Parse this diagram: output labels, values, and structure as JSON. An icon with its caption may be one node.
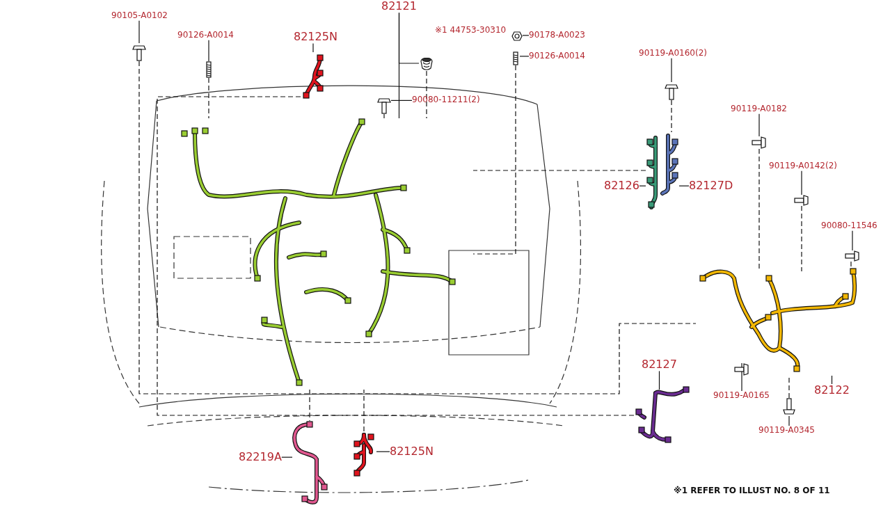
{
  "diagram": {
    "nodes": [
      {
        "text": [
          "90105-A0102"
        ]
      },
      {
        "text": [],
        "shape": "picture"
      },
      {
        "text": [
          "90126-A0014"
        ]
      },
      {
        "text": [],
        "shape": "picture"
      },
      {
        "text": [
          "82125N"
        ]
      },
      {
        "text": [],
        "shape": "picture"
      },
      {
        "text": [
          "82121"
        ]
      },
      {
        "text": [],
        "shape": "picture"
      },
      {
        "text": [],
        "shape": "picture"
      },
      {
        "text": [
          "90178-A0023"
        ]
      },
      {
        "text": [],
        "shape": "picture"
      },
      {
        "text": [
          "90126-A0014"
        ]
      },
      {
        "text": [],
        "shape": "picture"
      },
      {
        "text": [
          "90080-11211(2)"
        ]
      },
      {
        "text": [],
        "shape": "picture"
      },
      {
        "text": [
          "90119-A0160(2)"
        ]
      },
      {
        "text": [],
        "shape": "picture"
      },
      {
        "text": [
          "90119-A0182"
        ]
      },
      {
        "text": [],
        "shape": "picture"
      },
      {
        "text": [
          "82126"
        ]
      },
      {
        "text": [],
        "shape": "picture"
      },
      {
        "text": [
          "82127D"
        ]
      },
      {
        "text": [],
        "shape": "picture"
      },
      {
        "text": [
          "90119-A0142(2)"
        ]
      },
      {
        "text": [],
        "shape": "picture"
      },
      {
        "text": [
          "90080-11546"
        ]
      },
      {
        "text": [],
        "shape": "picture"
      },
      {
        "text": [],
        "shape": "picture"
      },
      {
        "text": [
          "82122"
        ]
      },
      {
        "text": [
          "82127"
        ]
      },
      {
        "text": [],
        "shape": "picture"
      },
      {
        "text": [],
        "shape": "picture"
      },
      {
        "text": [
          "90119-A0165"
        ]
      },
      {
        "text": [],
        "shape": "picture"
      },
      {
        "text": [
          "90119-A0345"
        ]
      },
      {
        "text": [
          "82219A"
        ]
      },
      {
        "text": [],
        "shape": "picture"
      },
      {
        "text": [],
        "shape": "picture"
      },
      {
        "text": [
          "82125N"
        ]
      }
    ],
    "edges": [
      {
        "from": 0,
        "to": 1,
        "arrow": "none"
      },
      {
        "from": 2,
        "to": 3,
        "arrow": "none"
      },
      {
        "from": 4,
        "to": 5,
        "arrow": "none"
      },
      {
        "from": 6,
        "to": 7,
        "arrow": "none"
      },
      {
        "from": 6,
        "to": 8,
        "arrow": "none"
      },
      {
        "from": 9,
        "to": 10,
        "arrow": "none"
      },
      {
        "from": 11,
        "to": 12,
        "arrow": "none"
      },
      {
        "from": 13,
        "to": 14,
        "arrow": "none"
      },
      {
        "from": 15,
        "to": 16,
        "arrow": "none"
      },
      {
        "from": 17,
        "to": 18,
        "arrow": "none"
      },
      {
        "from": 19,
        "to": 20,
        "arrow": "none"
      },
      {
        "from": 21,
        "to": 22,
        "arrow": "none"
      },
      {
        "from": 23,
        "to": 24,
        "arrow": "none"
      },
      {
        "from": 25,
        "to": 26,
        "arrow": "none"
      },
      {
        "from": 28,
        "to": 27,
        "arrow": "none"
      },
      {
        "from": 29,
        "to": 30,
        "arrow": "none"
      },
      {
        "from": 32,
        "to": 31,
        "arrow": "none"
      },
      {
        "from": 34,
        "to": 33,
        "arrow": "none"
      },
      {
        "from": 35,
        "to": 36,
        "arrow": "none"
      },
      {
        "from": 38,
        "to": 37,
        "arrow": "none"
      },
      {
        "from": 1,
        "to": 27,
        "arrow": "none",
        "style": "dashed"
      },
      {
        "from": 3,
        "to": 7,
        "arrow": "none",
        "style": "dashed"
      },
      {
        "from": 5,
        "to": 30,
        "arrow": "none",
        "style": "dashed"
      },
      {
        "from": 8,
        "to": 7,
        "arrow": "none",
        "style": "dashed"
      },
      {
        "from": 12,
        "to": 7,
        "arrow": "none",
        "style": "dashed"
      },
      {
        "from": 14,
        "to": 7,
        "arrow": "none",
        "style": "dashed"
      },
      {
        "from": 16,
        "to": 22,
        "arrow": "none",
        "style": "dashed"
      },
      {
        "from": 20,
        "to": 7,
        "arrow": "none",
        "style": "dashed"
      },
      {
        "from": 18,
        "to": 27,
        "arrow": "none",
        "style": "dashed"
      },
      {
        "from": 24,
        "to": 27,
        "arrow": "none",
        "style": "dashed"
      },
      {
        "from": 26,
        "to": 27,
        "arrow": "none",
        "style": "dashed"
      },
      {
        "from": 31,
        "to": 27,
        "arrow": "none",
        "style": "dashed"
      },
      {
        "from": 33,
        "to": 27,
        "arrow": "none",
        "style": "dashed"
      },
      {
        "from": 7,
        "to": 36,
        "arrow": "none",
        "style": "dashed"
      },
      {
        "from": 37,
        "to": 7,
        "arrow": "none",
        "style": "dashed"
      }
    ],
    "labels": [
      "※1 44753-30310",
      "※1 REFER TO ILLUST NO. 8 OF 11"
    ]
  }
}
